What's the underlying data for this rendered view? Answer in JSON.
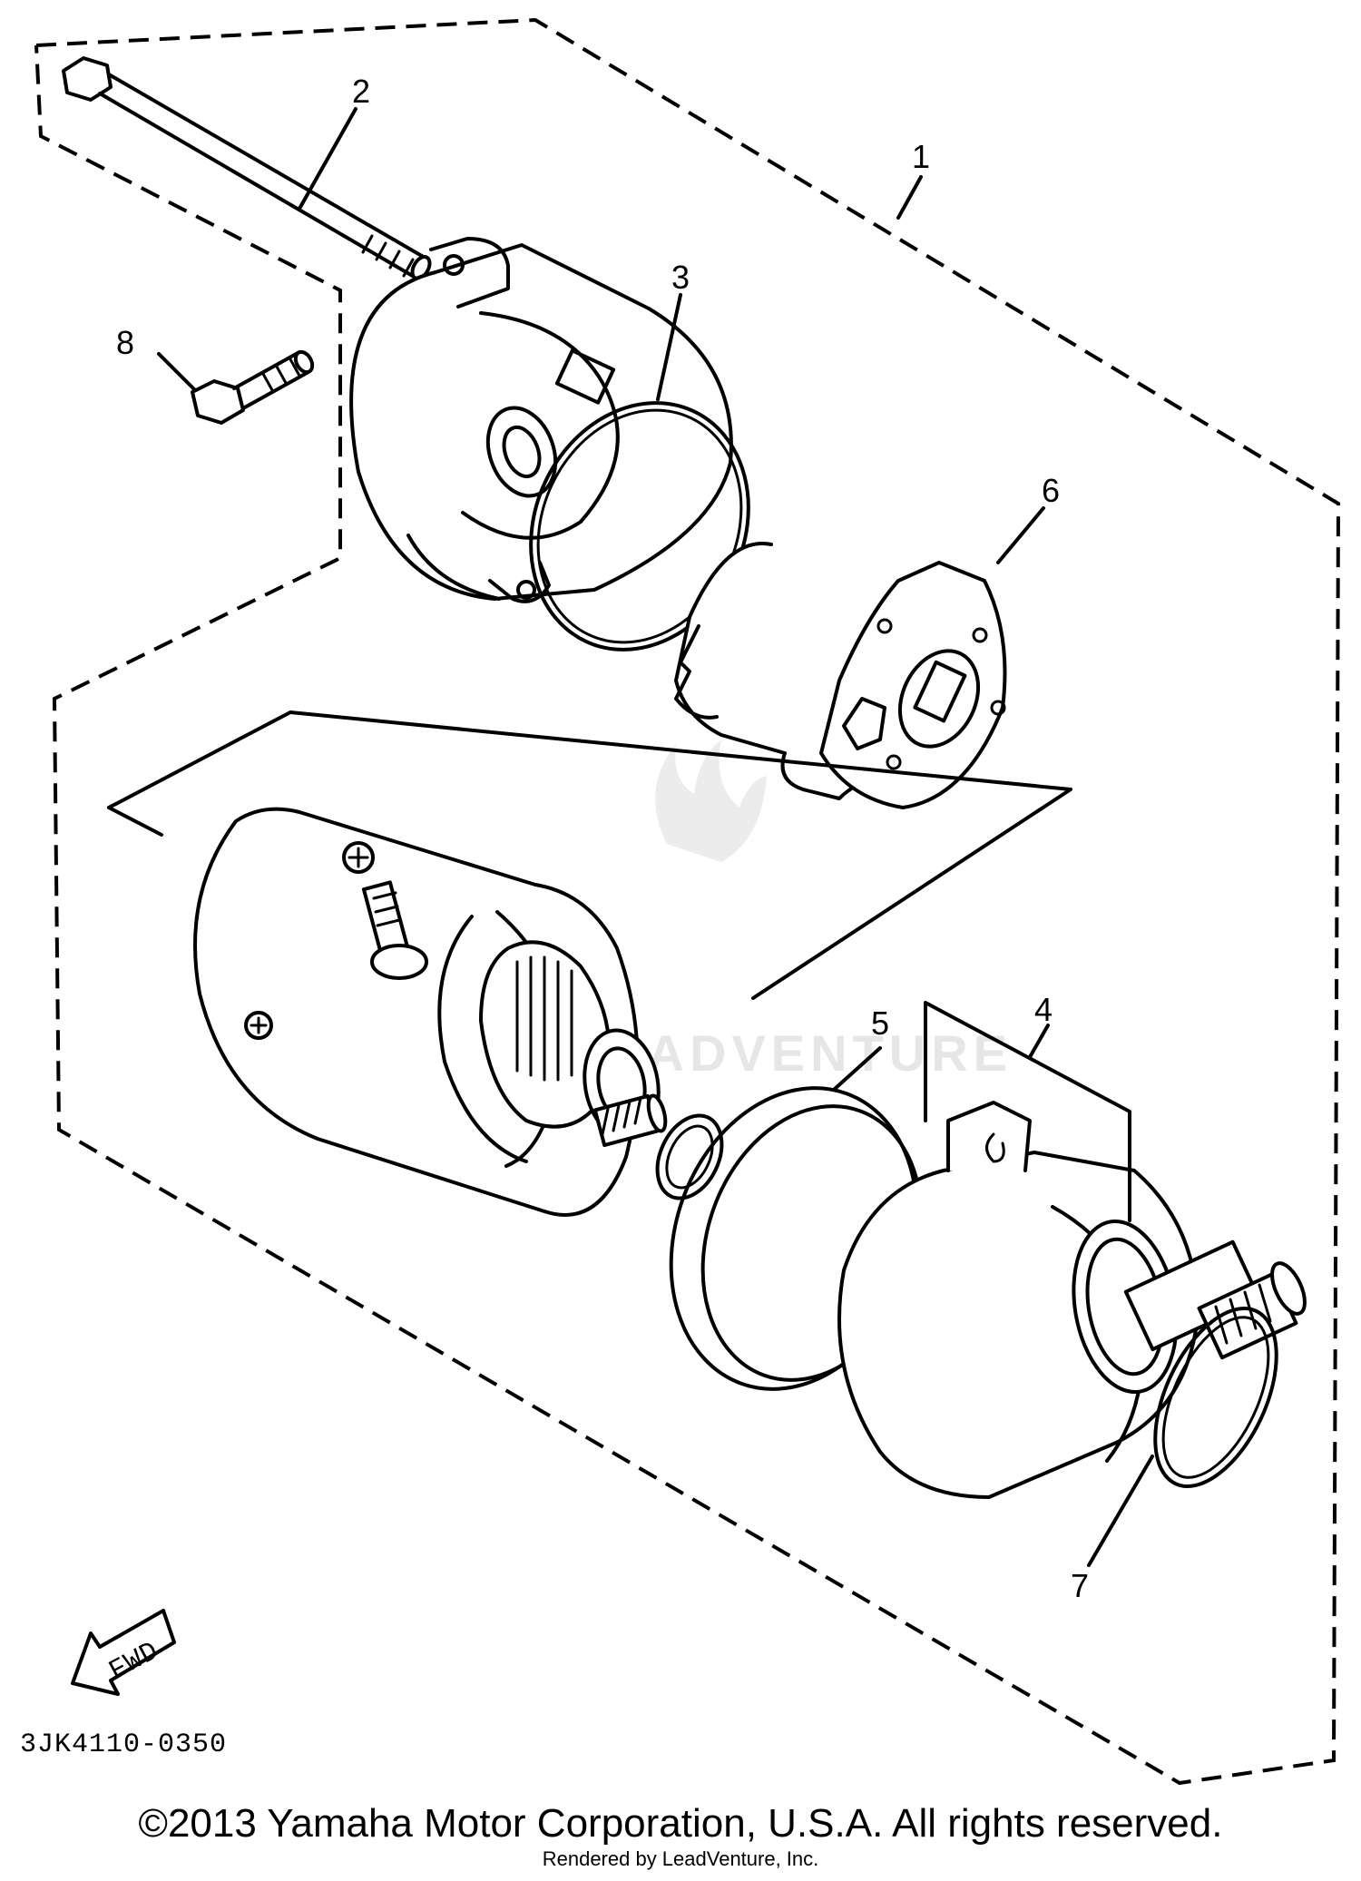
{
  "diagram": {
    "diagram_code": "3JK4110-0350",
    "fwd_label": "FWD",
    "watermark_text": "LEADVENTURE",
    "callouts": [
      {
        "id": "1",
        "label": "1"
      },
      {
        "id": "2",
        "label": "2"
      },
      {
        "id": "3",
        "label": "3"
      },
      {
        "id": "4",
        "label": "4"
      },
      {
        "id": "5",
        "label": "5"
      },
      {
        "id": "6",
        "label": "6"
      },
      {
        "id": "7",
        "label": "7"
      },
      {
        "id": "8",
        "label": "8"
      }
    ]
  },
  "footer": {
    "copyright": "©2013 Yamaha Motor Corporation, U.S.A. All rights reserved.",
    "rendered_by": "Rendered by LeadVenture, Inc."
  },
  "colors": {
    "line": "#000000",
    "background": "#ffffff",
    "watermark": "#e6e6e6"
  }
}
